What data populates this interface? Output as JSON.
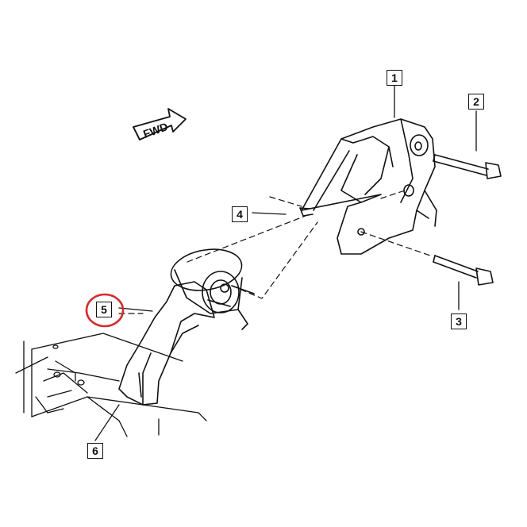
{
  "diagram": {
    "fwd_label": "FWD",
    "callouts": [
      {
        "id": "1",
        "label": "1"
      },
      {
        "id": "2",
        "label": "2"
      },
      {
        "id": "3",
        "label": "3"
      },
      {
        "id": "4",
        "label": "4"
      },
      {
        "id": "5",
        "label": "5",
        "highlighted": true
      },
      {
        "id": "6",
        "label": "6"
      }
    ],
    "highlight_color": "#d42c2c",
    "line_color": "#111111"
  }
}
